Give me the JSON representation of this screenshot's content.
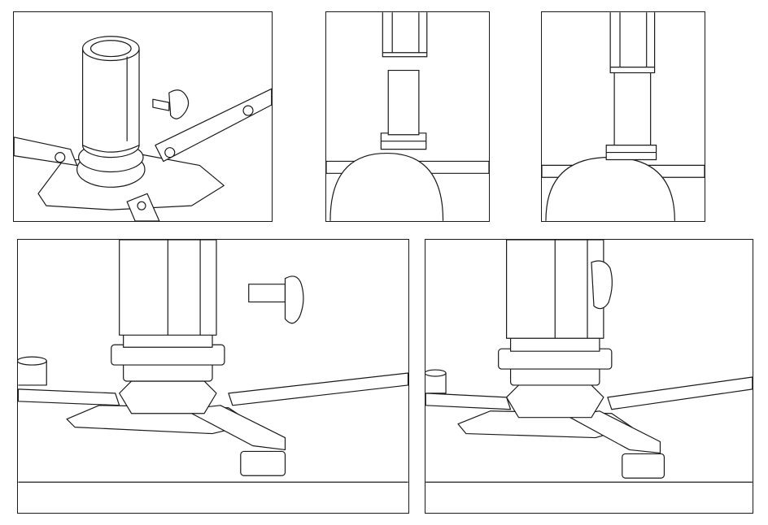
{
  "diagram": {
    "panels": [
      {
        "id": "step-1",
        "depicts": "base-with-tube-and-knob-screw"
      },
      {
        "id": "step-2",
        "depicts": "tube-before-insertion"
      },
      {
        "id": "step-3",
        "depicts": "tube-inserted"
      },
      {
        "id": "step-4",
        "depicts": "closeup-knob-screw-removed"
      },
      {
        "id": "step-5",
        "depicts": "closeup-knob-screw-fastened"
      }
    ],
    "colors": {
      "line": "#1a1a1a",
      "fill": "#ffffff",
      "shade": "#d9d9d9"
    }
  }
}
